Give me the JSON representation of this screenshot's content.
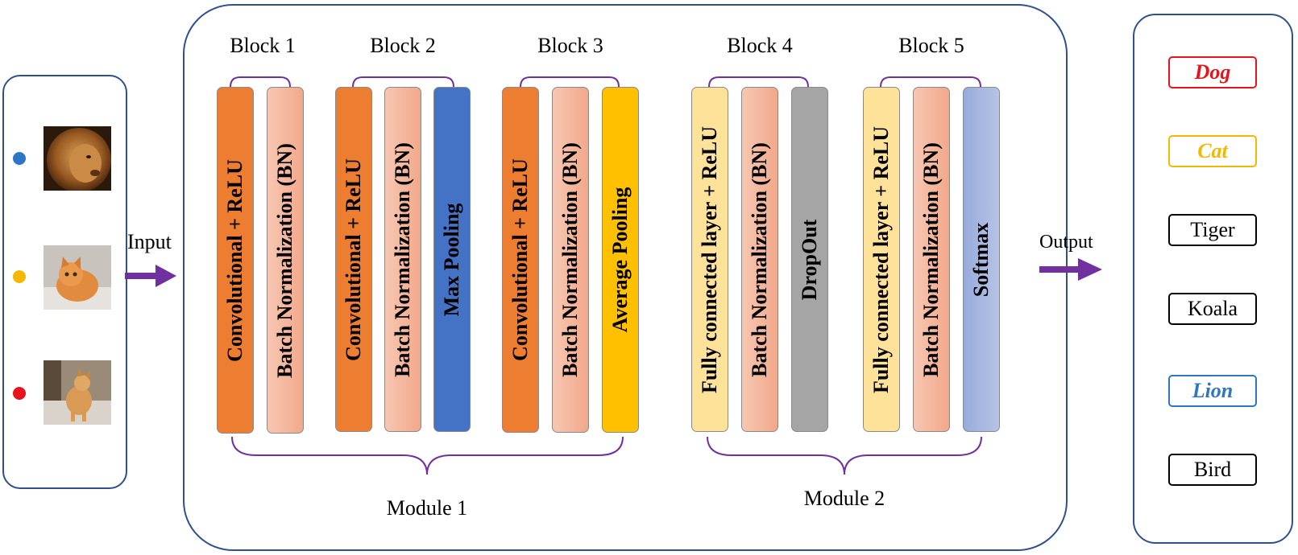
{
  "input": {
    "label": "Input",
    "items": [
      {
        "icon": "lion-photo",
        "dot_color": "#2e75c4"
      },
      {
        "icon": "kitten-photo",
        "dot_color": "#f5b800"
      },
      {
        "icon": "dog-photo",
        "dot_color": "#e8141c"
      }
    ]
  },
  "blocks": [
    "Block 1",
    "Block 2",
    "Block 3",
    "Block 4",
    "Block 5"
  ],
  "layers": [
    "Convolutional + ReLU",
    "Batch Normalization (BN)",
    "Convolutional + ReLU",
    "Batch Normalization (BN)",
    "Max Pooling",
    "Convolutional + ReLU",
    "Batch Normalization (BN)",
    "Average Pooling",
    "Fully connected layer + ReLU",
    "Batch Normalization (BN)",
    "DropOut",
    "Fully connected layer + ReLU",
    "Batch Normalization (BN)",
    "Softmax"
  ],
  "modules": [
    "Module 1",
    "Module 2"
  ],
  "output": {
    "label": "Output",
    "classes": [
      "Dog",
      "Cat",
      "Tiger",
      "Koala",
      "Lion",
      "Bird"
    ]
  },
  "colors": {
    "conv": "#ed7d31",
    "bn": "#f4b8a0",
    "max_pool": "#4472c4",
    "avg_pool": "#ffc000",
    "fc": "#ffe29a",
    "dropout": "#a5a5a5",
    "softmax": "#a9b8de",
    "arrow": "#7030a0",
    "bracket": "#7030a0",
    "dog": "#e8141c",
    "cat": "#f5b800",
    "lion": "#2e75c4"
  }
}
